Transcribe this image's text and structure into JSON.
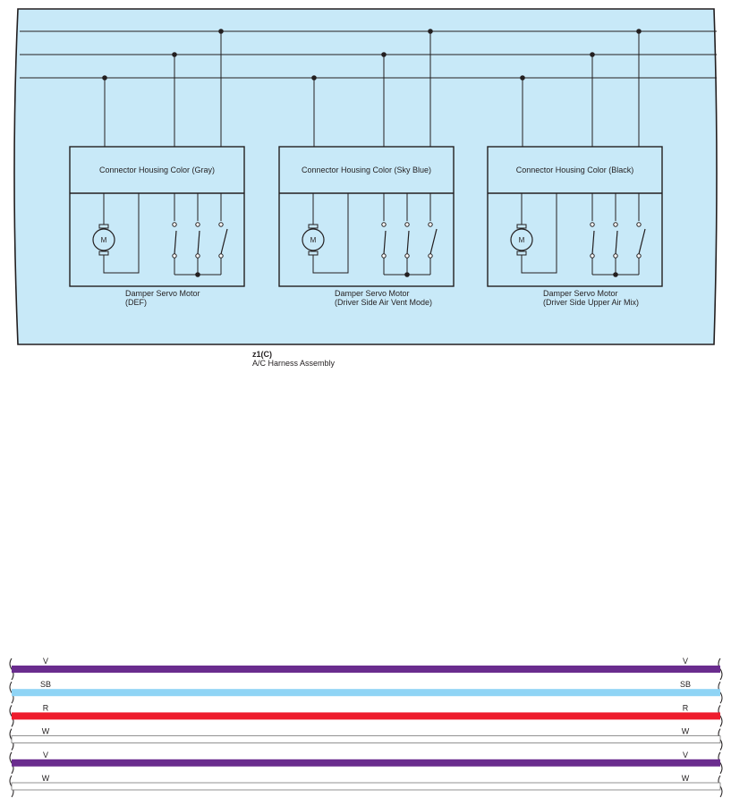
{
  "colors": {
    "panel_fill": "#c8e9f8",
    "line": "#231f20",
    "V": "#6a2c8e",
    "SB": "#8fd4f5",
    "R": "#ee1c2d",
    "W": "#ffffff"
  },
  "connectors": [
    {
      "housing_label": "Connector Housing Color (Gray)",
      "motor_label": "M",
      "caption_line1": "Damper Servo Motor",
      "caption_line2": "(DEF)"
    },
    {
      "housing_label": "Connector Housing Color (Sky Blue)",
      "motor_label": "M",
      "caption_line1": "Damper Servo Motor",
      "caption_line2": "(Driver Side Air Vent Mode)"
    },
    {
      "housing_label": "Connector Housing Color (Black)",
      "motor_label": "M",
      "caption_line1": "Damper Servo Motor",
      "caption_line2": "(Driver Side Upper Air Mix)"
    }
  ],
  "harness": {
    "id": "z1(C)",
    "name": "A/C Harness Assembly"
  },
  "wires": [
    {
      "code": "V"
    },
    {
      "code": "SB"
    },
    {
      "code": "R"
    },
    {
      "code": "W"
    },
    {
      "code": "V"
    },
    {
      "code": "W"
    }
  ]
}
